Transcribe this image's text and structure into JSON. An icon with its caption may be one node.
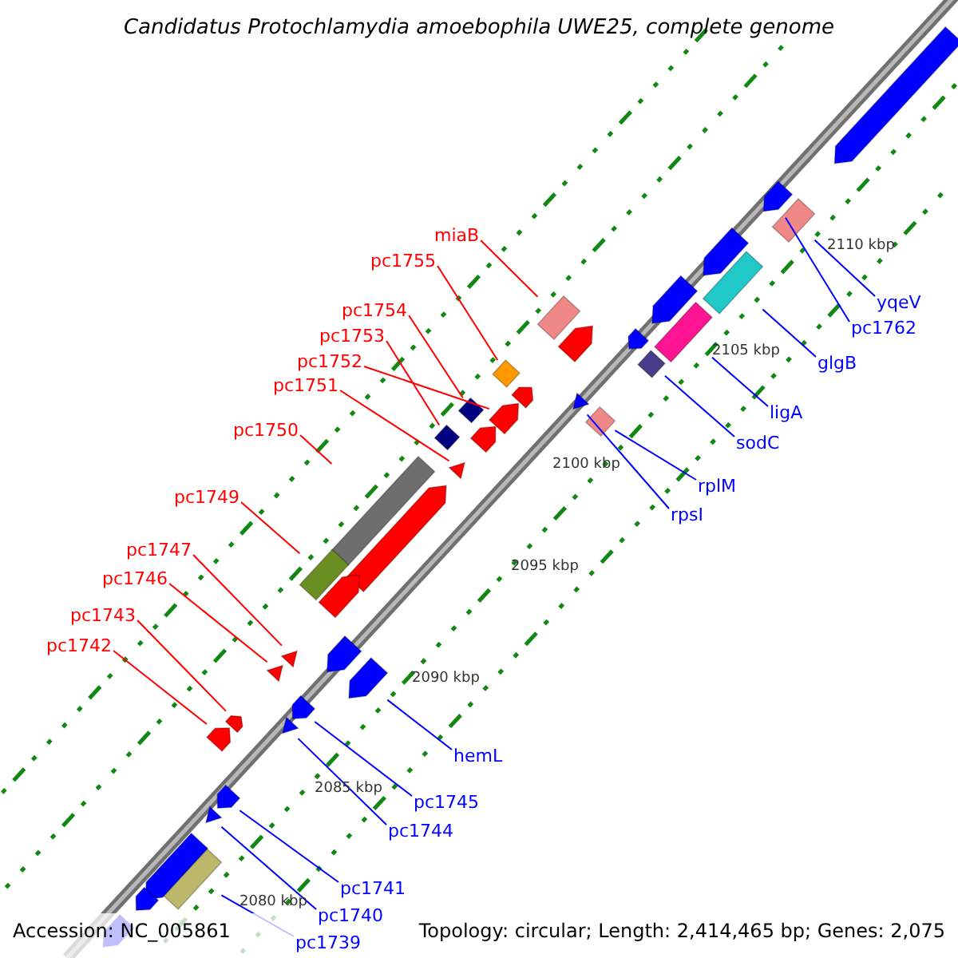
{
  "diagram": {
    "title": "Candidatus Protochlamydia amoebophila UWE25, complete genome",
    "nodes": [
      {
        "text": [
          "miaB"
        ]
      },
      {
        "text": [],
        "shape": "box"
      },
      {
        "text": [
          "pc1755"
        ]
      },
      {
        "text": [],
        "shape": "diamond"
      },
      {
        "text": [
          "pc1754"
        ]
      },
      {
        "text": [],
        "shape": "diamond"
      },
      {
        "text": [
          "pc1753"
        ]
      },
      {
        "text": [],
        "shape": "diamond"
      },
      {
        "text": [
          "pc1752"
        ]
      },
      {
        "text": [],
        "shape": "pentagon"
      },
      {
        "text": [
          "pc1751"
        ]
      },
      {
        "text": [],
        "shape": "triangle"
      },
      {
        "text": [
          "pc1750"
        ]
      },
      {
        "text": [],
        "shape": "box"
      },
      {
        "text": [
          "pc1749"
        ]
      },
      {
        "text": [],
        "shape": "box"
      },
      {
        "text": [
          "pc1747"
        ]
      },
      {
        "text": [],
        "shape": "triangle"
      },
      {
        "text": [
          "pc1746"
        ]
      },
      {
        "text": [],
        "shape": "triangle"
      },
      {
        "text": [
          "pc1743"
        ]
      },
      {
        "text": [],
        "shape": "pentagon"
      },
      {
        "text": [
          "pc1742"
        ]
      },
      {
        "text": [],
        "shape": "pentagon"
      },
      {
        "text": [
          "yqeV"
        ]
      },
      {
        "text": [],
        "shape": "box"
      },
      {
        "text": [
          "pc1762"
        ]
      },
      {
        "text": [],
        "shape": "pentagon"
      },
      {
        "text": [
          "glgB"
        ]
      },
      {
        "text": [],
        "shape": "box"
      },
      {
        "text": [
          "ligA"
        ]
      },
      {
        "text": [],
        "shape": "box"
      },
      {
        "text": [
          "sodC"
        ]
      },
      {
        "text": [],
        "shape": "diamond"
      },
      {
        "text": [
          "rplM"
        ]
      },
      {
        "text": [],
        "shape": "diamond"
      },
      {
        "text": [
          "rpsI"
        ]
      },
      {
        "text": [],
        "shape": "triangle"
      },
      {
        "text": [
          "hemL"
        ]
      },
      {
        "text": [],
        "shape": "pentagon"
      },
      {
        "text": [
          "pc1745"
        ]
      },
      {
        "text": [],
        "shape": "pentagon"
      },
      {
        "text": [
          "pc1744"
        ]
      },
      {
        "text": [],
        "shape": "triangle"
      },
      {
        "text": [
          "pc1741"
        ]
      },
      {
        "text": [],
        "shape": "pentagon"
      },
      {
        "text": [
          "pc1740"
        ]
      },
      {
        "text": [],
        "shape": "triangle"
      },
      {
        "text": [
          "pc1739"
        ]
      },
      {
        "text": [],
        "shape": "box"
      },
      {
        "text": [],
        "shape": "pentagon"
      },
      {
        "text": [],
        "shape": "pentagon"
      },
      {
        "text": [],
        "shape": "pentagon"
      },
      {
        "text": [],
        "shape": "pentagon"
      },
      {
        "text": [],
        "shape": "pentagon"
      },
      {
        "text": [],
        "shape": "pentagon"
      },
      {
        "text": [],
        "shape": "pentagon"
      },
      {
        "text": [],
        "shape": "pentagon"
      },
      {
        "text": [],
        "shape": "pentagon"
      },
      {
        "text": [],
        "shape": "pentagon"
      },
      {
        "text": [],
        "shape": "pentagon"
      },
      {
        "text": [],
        "shape": "pentagon"
      },
      {
        "text": [],
        "shape": "pentagon"
      }
    ],
    "edges": [
      {
        "from": 0,
        "to": 1,
        "arrow": "none",
        "color": "#ff0000"
      },
      {
        "from": 2,
        "to": 3,
        "arrow": "none",
        "color": "#ff0000"
      },
      {
        "from": 4,
        "to": 5,
        "arrow": "none",
        "color": "#ff0000"
      },
      {
        "from": 6,
        "to": 7,
        "arrow": "none",
        "color": "#ff0000"
      },
      {
        "from": 8,
        "to": 9,
        "arrow": "none",
        "color": "#ff0000"
      },
      {
        "from": 10,
        "to": 11,
        "arrow": "none",
        "color": "#ff0000"
      },
      {
        "from": 12,
        "to": 13,
        "arrow": "none",
        "color": "#ff0000"
      },
      {
        "from": 14,
        "to": 15,
        "arrow": "none",
        "color": "#ff0000"
      },
      {
        "from": 16,
        "to": 17,
        "arrow": "none",
        "color": "#ff0000"
      },
      {
        "from": 18,
        "to": 19,
        "arrow": "none",
        "color": "#ff0000"
      },
      {
        "from": 20,
        "to": 21,
        "arrow": "none",
        "color": "#ff0000"
      },
      {
        "from": 22,
        "to": 23,
        "arrow": "none",
        "color": "#ff0000"
      },
      {
        "from": 24,
        "to": 25,
        "arrow": "none"
      },
      {
        "from": 26,
        "to": 27,
        "arrow": "none"
      },
      {
        "from": 28,
        "to": 29,
        "arrow": "none"
      },
      {
        "from": 30,
        "to": 31,
        "arrow": "none"
      },
      {
        "from": 32,
        "to": 33,
        "arrow": "none"
      },
      {
        "from": 34,
        "to": 35,
        "arrow": "none"
      },
      {
        "from": 36,
        "to": 37,
        "arrow": "none"
      },
      {
        "from": 38,
        "to": 39,
        "arrow": "none"
      },
      {
        "from": 40,
        "to": 41,
        "arrow": "none"
      },
      {
        "from": 42,
        "to": 43,
        "arrow": "none"
      },
      {
        "from": 44,
        "to": 45,
        "arrow": "none"
      },
      {
        "from": 46,
        "to": 47,
        "arrow": "none"
      },
      {
        "from": 48,
        "to": 49,
        "arrow": "none"
      }
    ],
    "labels": [
      "2110 kbp",
      "2105 kbp",
      "2100 kbp",
      "2095 kbp",
      "2090 kbp",
      "2085 kbp",
      "2080 kbp",
      "Accession: NC_005861",
      "Topology: circular; Length: 2,414,465 bp; Genes: 2,075"
    ]
  }
}
